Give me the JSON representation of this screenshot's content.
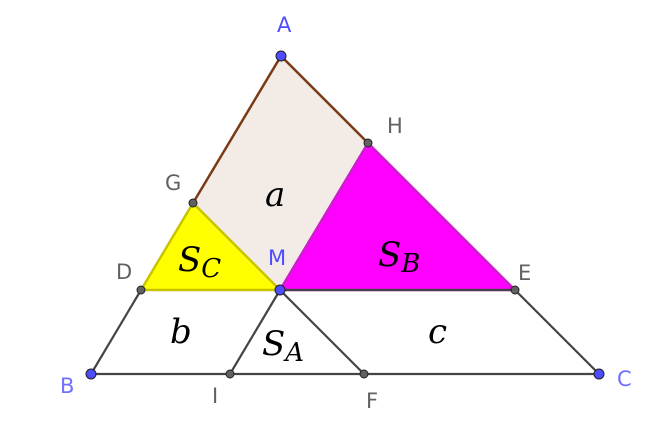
{
  "colors": {
    "free_point": "#4d4dff",
    "dependent_point": "#616161",
    "free_label": "#4d4dff",
    "dependent_label": "#616161",
    "parallelogram_fill": "#f3ebe6",
    "parallelogram_stroke": "#7a3a16",
    "triangle_c_fill": "#ffff00",
    "triangle_c_stroke": "#c9c400",
    "triangle_b_fill": "#ff00ff",
    "triangle_b_stroke": "#cc1fcc",
    "segment": "#444444"
  },
  "points": {
    "A": "A",
    "H": "H",
    "G": "G",
    "D": "D",
    "M": "M",
    "E": "E",
    "B": "B",
    "I": "I",
    "F": "F",
    "C": "C"
  },
  "regions": {
    "a": {
      "main": "a"
    },
    "b": {
      "main": "b"
    },
    "c": {
      "main": "c"
    },
    "SA": {
      "main": "S",
      "sub": "A"
    },
    "SB": {
      "main": "S",
      "sub": "B"
    },
    "SC": {
      "main": "S",
      "sub": "C"
    }
  }
}
